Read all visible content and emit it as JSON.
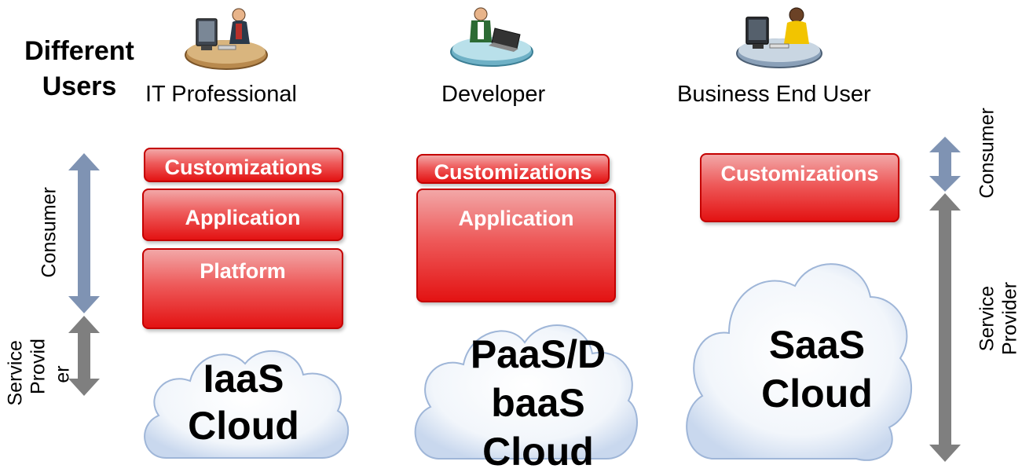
{
  "title": {
    "line1": "Different",
    "line2": "Users"
  },
  "users": [
    {
      "label": "IT Professional",
      "icon": "it-professional-icon"
    },
    {
      "label": "Developer",
      "icon": "developer-icon"
    },
    {
      "label": "Business End User",
      "icon": "business-user-icon"
    }
  ],
  "left_axis": {
    "consumer": "Consumer",
    "provider_line1": "Service",
    "provider_line2": "Provid",
    "provider_line3": "er"
  },
  "right_axis": {
    "consumer": "Consumer",
    "provider_line1": "Service",
    "provider_line2": "Provider"
  },
  "columns": [
    {
      "layers": [
        "Customizations",
        "Application",
        "Platform"
      ],
      "cloud": [
        "IaaS",
        "Cloud"
      ]
    },
    {
      "layers": [
        "Customizations",
        "Application"
      ],
      "cloud": [
        "PaaS/D",
        "baaS",
        "Cloud"
      ]
    },
    {
      "layers": [
        "Customizations"
      ],
      "cloud": [
        "SaaS",
        "Cloud"
      ]
    }
  ],
  "colors": {
    "layer_red": "#e31313",
    "consumer_arrow": "#7f93b3",
    "provider_arrow": "#7f7f7f",
    "cloud_edge": "#9fb6d8"
  }
}
